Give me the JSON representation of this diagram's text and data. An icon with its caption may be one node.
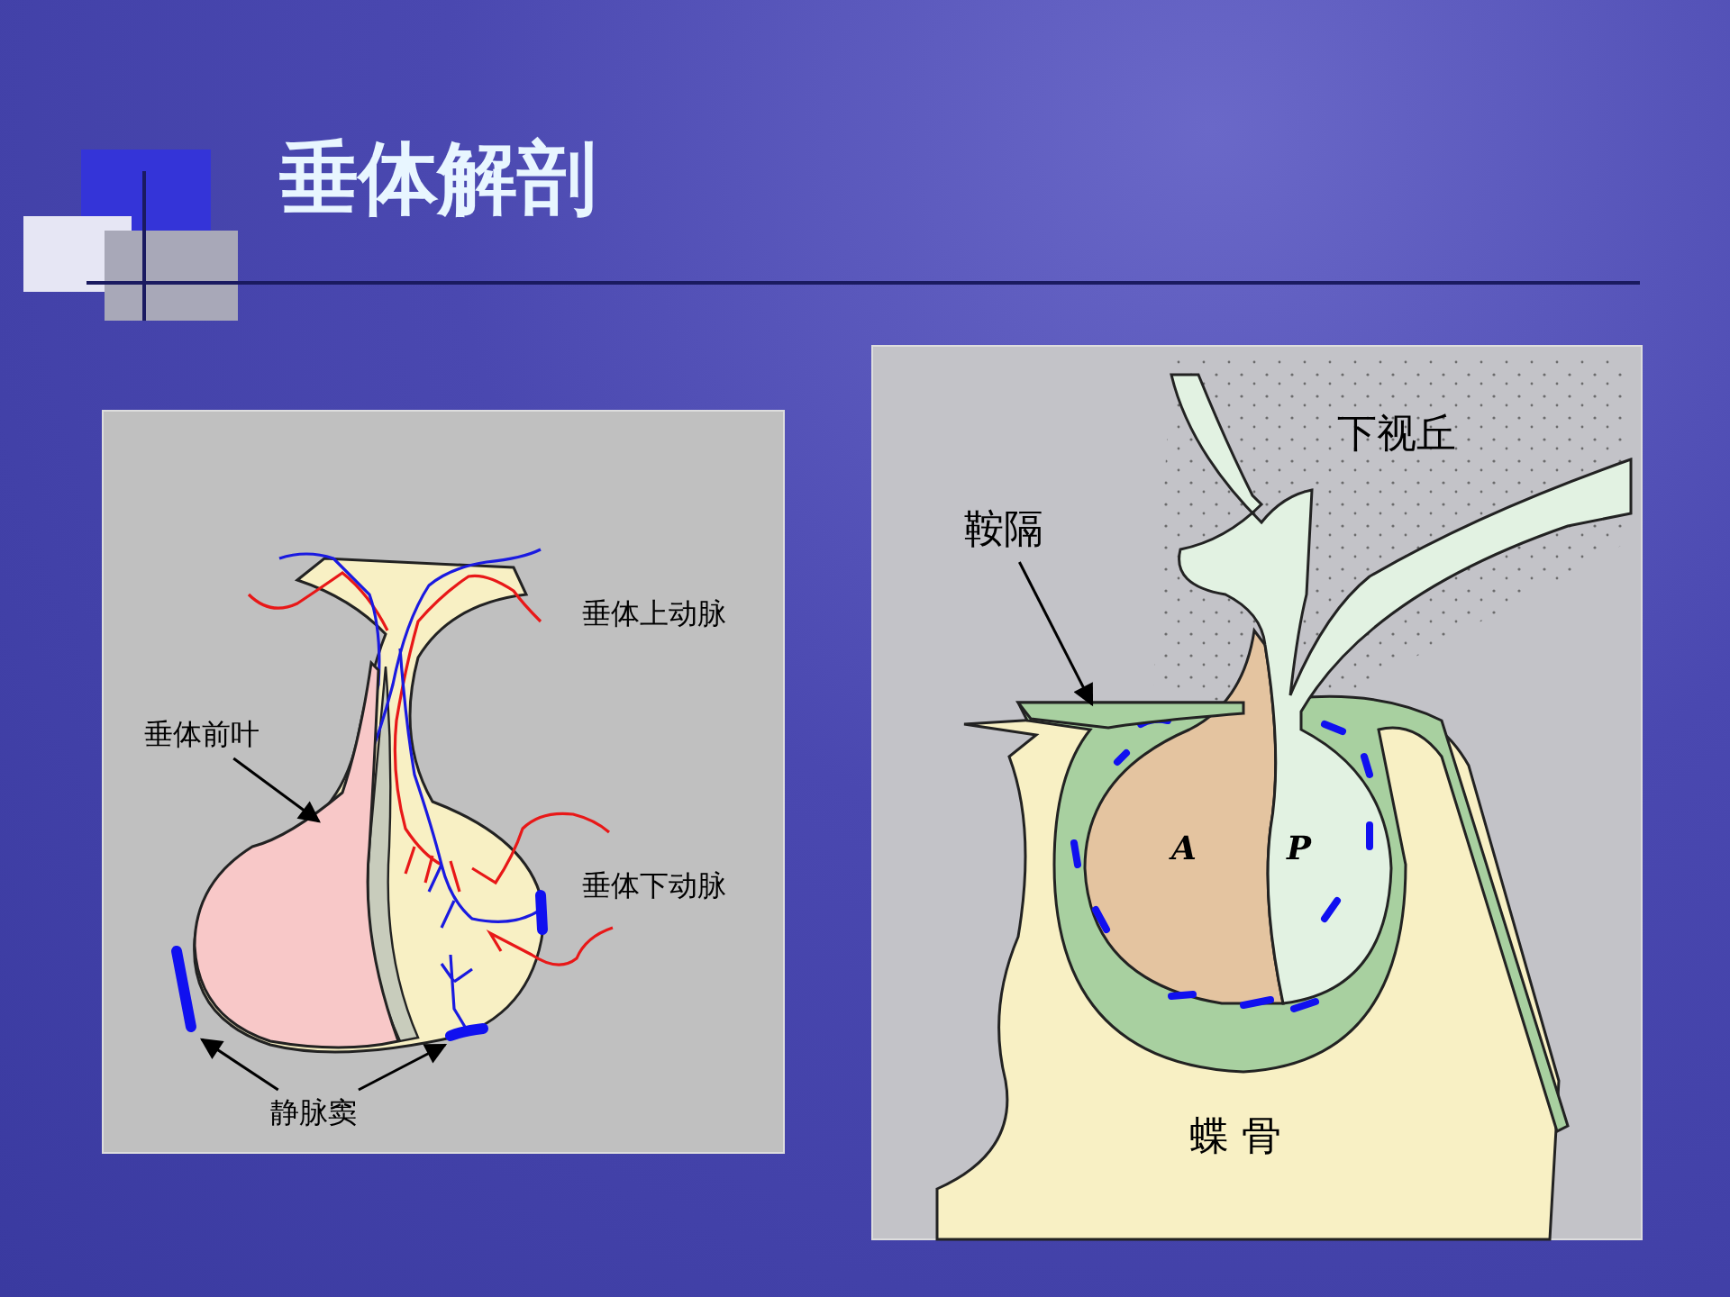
{
  "diagram": {
    "title": "垂体解剖",
    "nodes": [
      {
        "text": [
          "垂体前叶"
        ]
      },
      {
        "text": [],
        "shape": "picture"
      },
      {
        "text": [
          "静脉窦"
        ]
      },
      {
        "text": [],
        "shape": "bar"
      },
      {
        "text": [],
        "shape": "bar"
      },
      {
        "text": [
          "鞍隔"
        ]
      },
      {
        "text": [],
        "shape": "picture"
      }
    ],
    "edges": [
      {
        "from": 0,
        "to": 1,
        "arrow": "to"
      },
      {
        "from": 2,
        "to": 3,
        "arrow": "to"
      },
      {
        "from": 2,
        "to": 4,
        "arrow": "to"
      },
      {
        "from": 5,
        "to": 6,
        "arrow": "to"
      }
    ],
    "labels": [
      "垂体上动脉",
      "垂体下动脉",
      "下视丘",
      "A",
      "P",
      "蝶 骨"
    ]
  }
}
